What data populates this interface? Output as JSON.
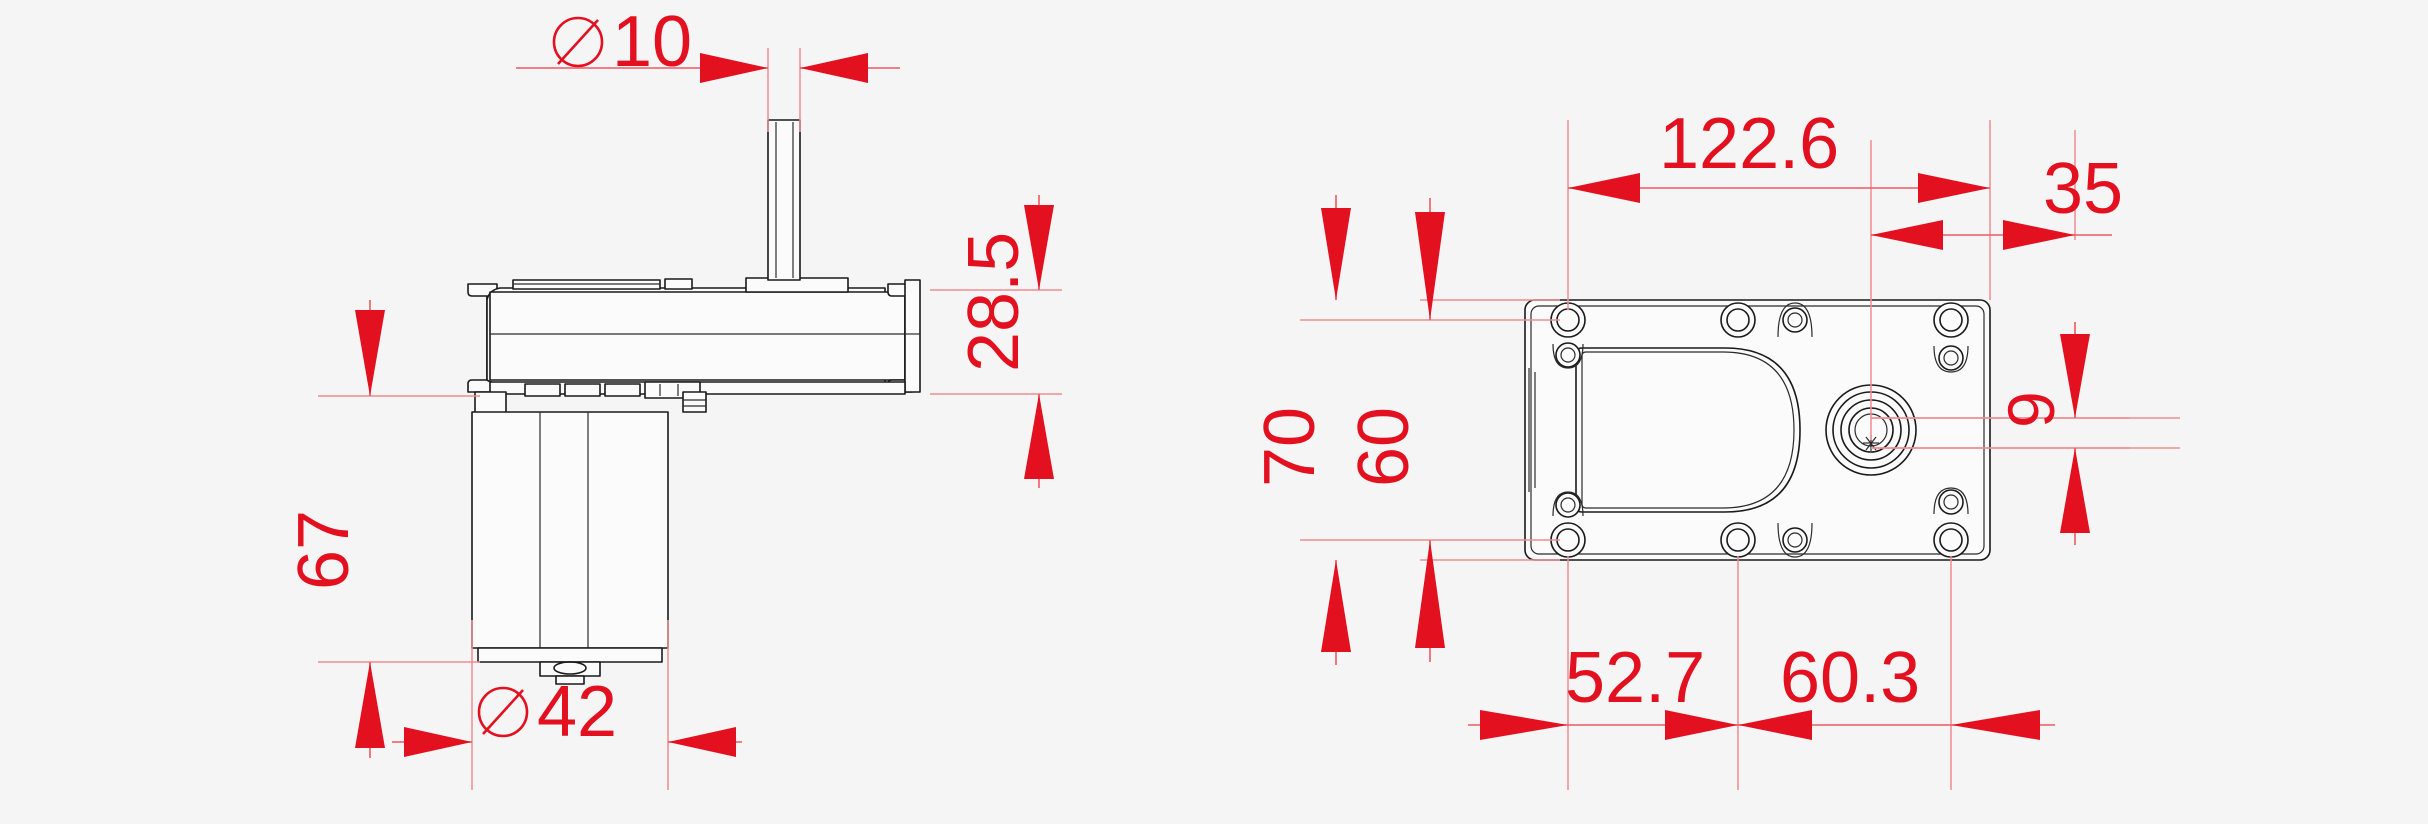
{
  "drawing": {
    "title": "Gear motor dimensional drawing",
    "background_color": "#f5f5f5",
    "dimension_color": "#e31020",
    "extension_line_color": "#f08c92",
    "outline_color": "#1a1a1a",
    "units": "mm"
  },
  "views": [
    {
      "name": "side-view",
      "label": "side elevation of gear motor with output shaft"
    },
    {
      "name": "top-view",
      "label": "plan view of gearbox housing"
    }
  ],
  "dimensions": {
    "shaft_diameter": {
      "symbol": "⌀",
      "value": "10",
      "text": "⌀ 10",
      "view": "side-view",
      "orientation": "horizontal"
    },
    "motor_diameter": {
      "symbol": "⌀",
      "value": "42",
      "text": "⌀ 42",
      "view": "side-view",
      "orientation": "horizontal"
    },
    "overall_height": {
      "value": "67",
      "view": "side-view",
      "orientation": "vertical-rotated"
    },
    "gearbox_height": {
      "value": "28.5",
      "view": "side-view",
      "orientation": "vertical-rotated"
    },
    "housing_length": {
      "value": "122.6",
      "view": "top-view",
      "orientation": "horizontal"
    },
    "shaft_offset_right": {
      "value": "35",
      "view": "top-view",
      "orientation": "horizontal"
    },
    "housing_width_outer": {
      "value": "70",
      "view": "top-view",
      "orientation": "vertical-rotated"
    },
    "housing_width_inner": {
      "value": "60",
      "view": "top-view",
      "orientation": "vertical-rotated"
    },
    "edge_offset": {
      "value": "9",
      "view": "top-view",
      "orientation": "vertical-rotated"
    },
    "hole_spacing_left": {
      "value": "52.7",
      "view": "top-view",
      "orientation": "horizontal"
    },
    "hole_spacing_right": {
      "value": "60.3",
      "view": "top-view",
      "orientation": "horizontal"
    }
  }
}
